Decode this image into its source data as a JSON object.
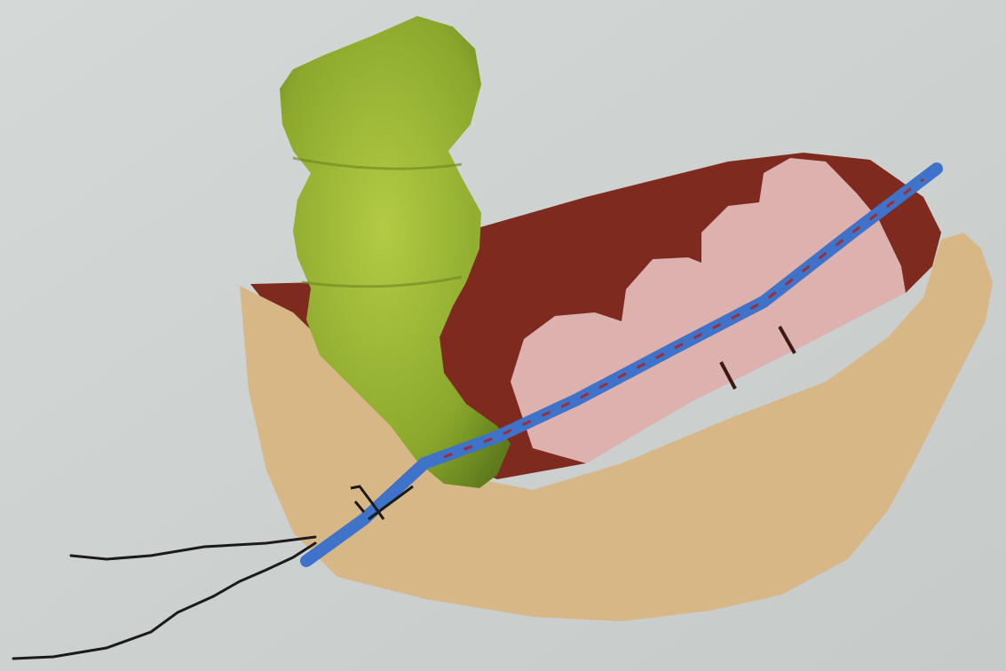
{
  "figure": {
    "background_color": "#cfd3d1",
    "colors": {
      "tissue": "#d8b787",
      "dark_tissue": "#7e2a1f",
      "pink_folds": "#ddb1ad",
      "green_structure": "#8fae2d",
      "catheter": "#3f72c9",
      "catheter_dash": "#9a2f3a",
      "tie": "#1b1b1b",
      "wires": "#1b1b1b"
    },
    "icons": [
      "tissue-shape",
      "green-bowel-loops",
      "mucosal-folds",
      "catheter",
      "suture-tie",
      "external-wires"
    ]
  }
}
